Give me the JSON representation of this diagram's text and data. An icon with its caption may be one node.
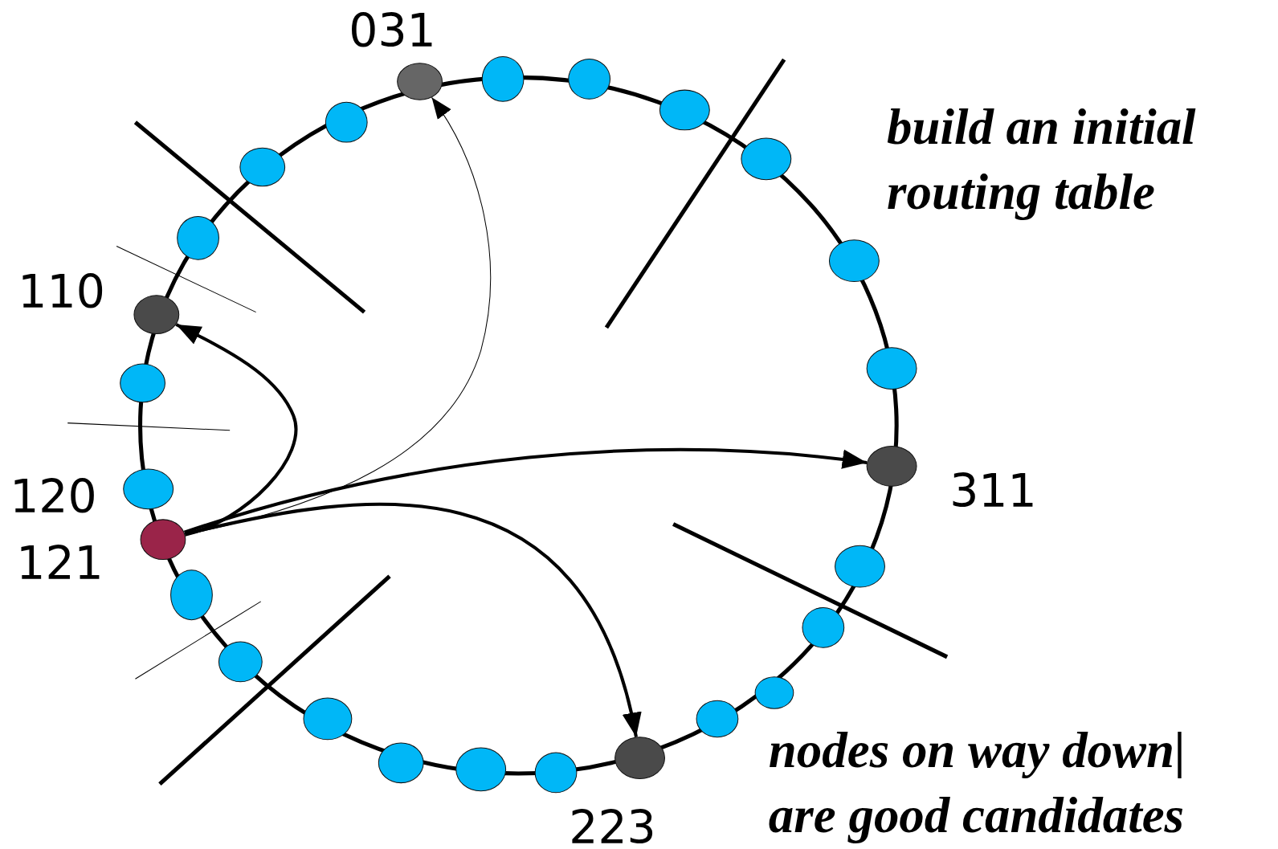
{
  "diagram": {
    "nodes": [
      {
        "text": [],
        "shape": "circle",
        "beside": [
          "031"
        ]
      },
      {
        "text": [],
        "shape": "circle"
      },
      {
        "text": [],
        "shape": "circle"
      },
      {
        "text": [],
        "shape": "circle"
      },
      {
        "text": [],
        "shape": "circle"
      },
      {
        "text": [],
        "shape": "circle"
      },
      {
        "text": [],
        "shape": "circle"
      },
      {
        "text": [],
        "shape": "circle"
      },
      {
        "text": [],
        "shape": "circle"
      },
      {
        "text": [],
        "shape": "circle",
        "beside": [
          "110"
        ]
      },
      {
        "text": [],
        "shape": "circle"
      },
      {
        "text": [],
        "shape": "circle"
      },
      {
        "text": [],
        "shape": "circle",
        "beside": [
          "311"
        ]
      },
      {
        "text": [],
        "shape": "circle",
        "beside": [
          "120"
        ]
      },
      {
        "text": [],
        "shape": "circle",
        "beside": [
          "121"
        ]
      },
      {
        "text": [],
        "shape": "circle"
      },
      {
        "text": [],
        "shape": "circle"
      },
      {
        "text": [],
        "shape": "circle"
      },
      {
        "text": [],
        "shape": "circle"
      },
      {
        "text": [],
        "shape": "circle"
      },
      {
        "text": [],
        "shape": "circle"
      },
      {
        "text": [],
        "shape": "circle"
      },
      {
        "text": [],
        "shape": "circle"
      },
      {
        "text": [],
        "shape": "circle"
      },
      {
        "text": [],
        "shape": "circle"
      },
      {
        "text": [],
        "shape": "circle",
        "beside": [
          "223"
        ]
      }
    ],
    "edges": [
      {
        "from": 14,
        "to": 9,
        "arrow": "to"
      },
      {
        "from": 14,
        "to": 0,
        "arrow": "to"
      },
      {
        "from": 14,
        "to": 12,
        "arrow": "to"
      },
      {
        "from": 14,
        "to": 25,
        "arrow": "to"
      }
    ],
    "labels": [
      "build an initial routing table",
      "nodes on way down| are good candidates"
    ]
  }
}
